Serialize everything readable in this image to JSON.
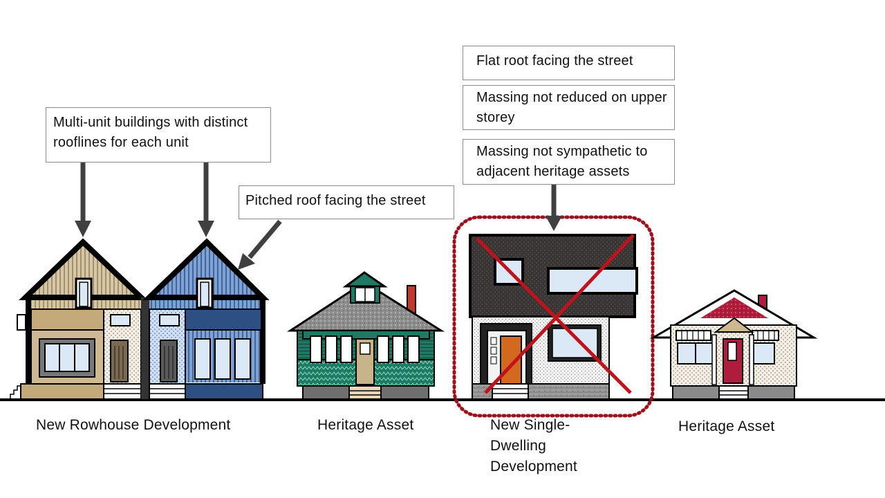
{
  "callouts": {
    "multi_unit": "Multi-unit buildings with distinct rooflines for each unit",
    "pitched_roof": "Pitched roof facing the street",
    "flat_roof": "Flat root facing the street",
    "massing_upper": "Massing not reduced on upper storey",
    "massing_sympathetic": "Massing not sympathetic to adjacent heritage assets"
  },
  "labels": {
    "rowhouse": "New Rowhouse Development",
    "heritage_1": "Heritage Asset",
    "single_dwelling": "New Single-Dwelling Development",
    "heritage_2": "Heritage Asset"
  },
  "colors": {
    "arrow": "#404040",
    "cross": "#c0121b",
    "highlight_outline": "#a0101a",
    "tan": "#cdb892",
    "blue": "#6a8fc4",
    "navy": "#2e4f82",
    "green": "#1f7a64",
    "roof_gray": "#8e8e8e",
    "dark_roof": "#3a3535",
    "crimson": "#b01c3c",
    "orange_door": "#d2691e"
  }
}
